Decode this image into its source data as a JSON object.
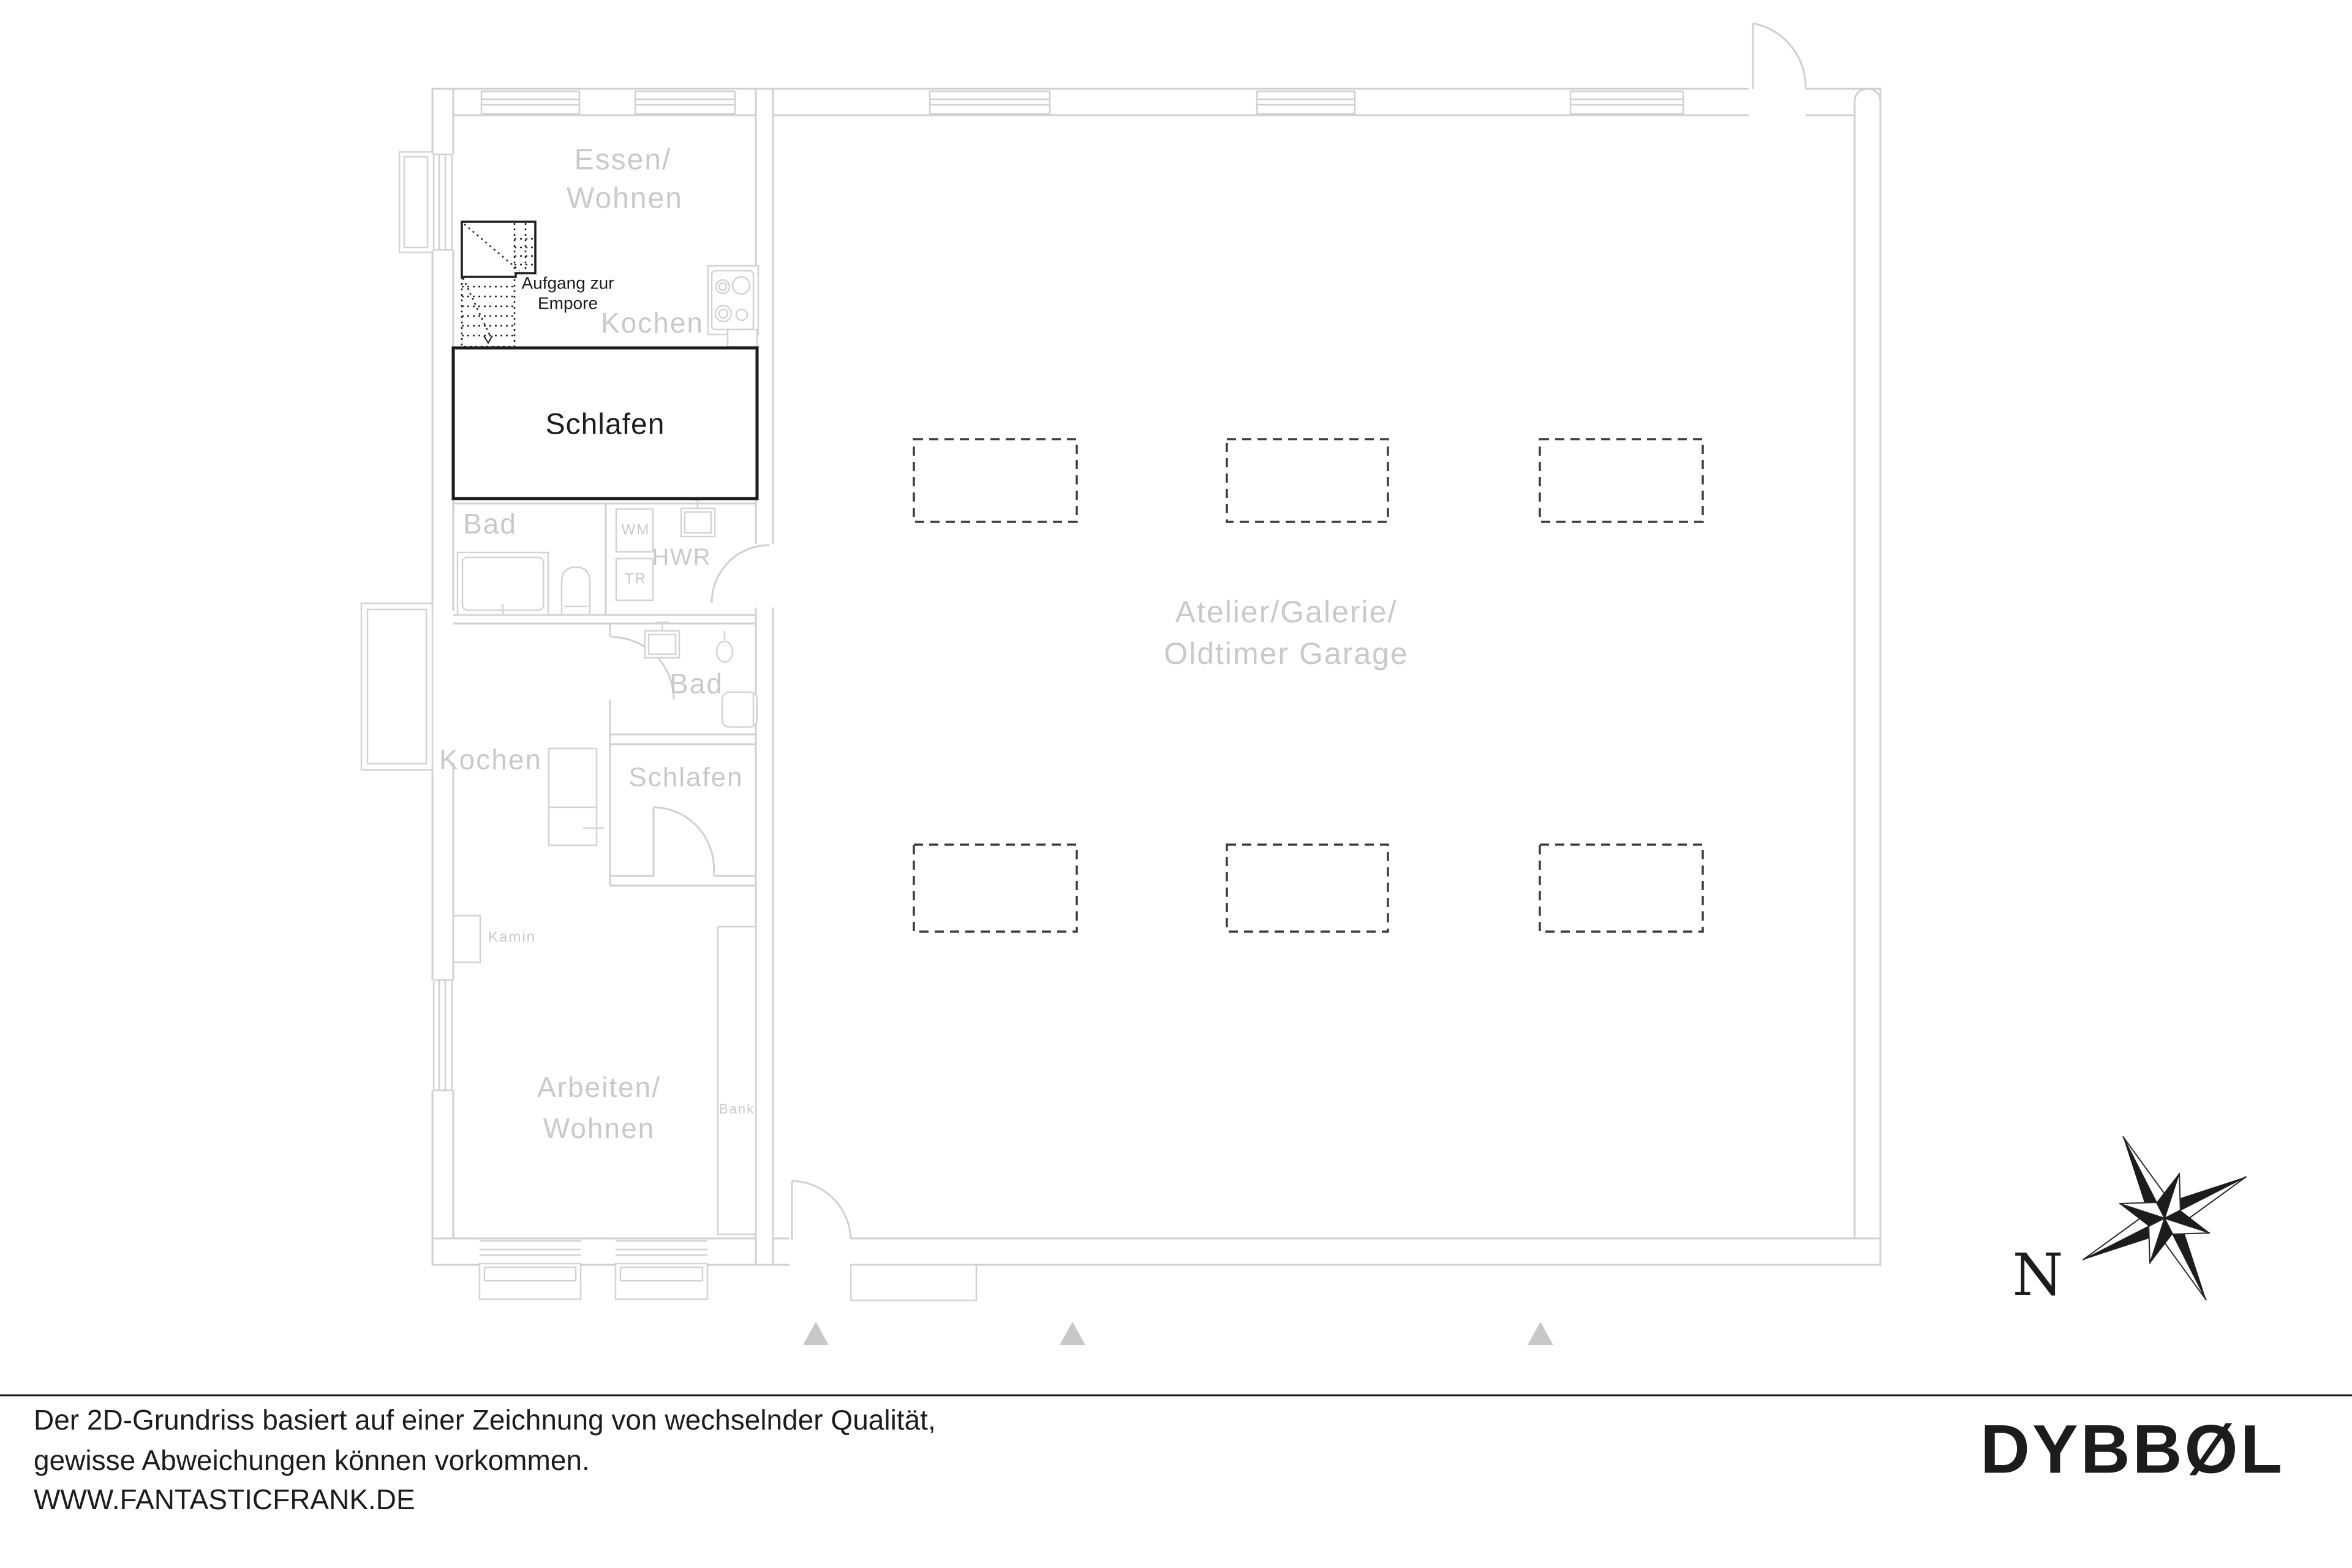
{
  "labels": {
    "essen1": "Essen/",
    "essen2": "Wohnen",
    "kochen_top": "Kochen",
    "stairs1": "Aufgang zur",
    "stairs2": "Empore",
    "schlafen_main": "Schlafen",
    "bad1": "Bad",
    "wm": "WM",
    "tr": "TR",
    "hwr": "HWR",
    "bad2": "Bad",
    "schlafen2": "Schlafen",
    "kochen_entry": "Kochen",
    "kamin": "Kamin",
    "bank": "Bank",
    "arbeiten1": "Arbeiten/",
    "arbeiten2": "Wohnen",
    "atelier1": "Atelier/Galerie/",
    "atelier2": "Oldtimer Garage"
  },
  "compass": {
    "north": "N"
  },
  "footer": {
    "line1": "Der 2D-Grundriss basiert auf einer Zeichnung von wechselnder Qualität,",
    "line2": "gewisse Abweichungen können vorkommen.",
    "line3": "WWW.FANTASTICFRANK.DE"
  },
  "brand": {
    "logo": "DYBBØL"
  },
  "colors": {
    "wall_gray": "#cfd0d0",
    "room_label_gray": "#c8cac9",
    "black": "#1c1c1c",
    "dashed_outline": "#3d3d3d"
  }
}
